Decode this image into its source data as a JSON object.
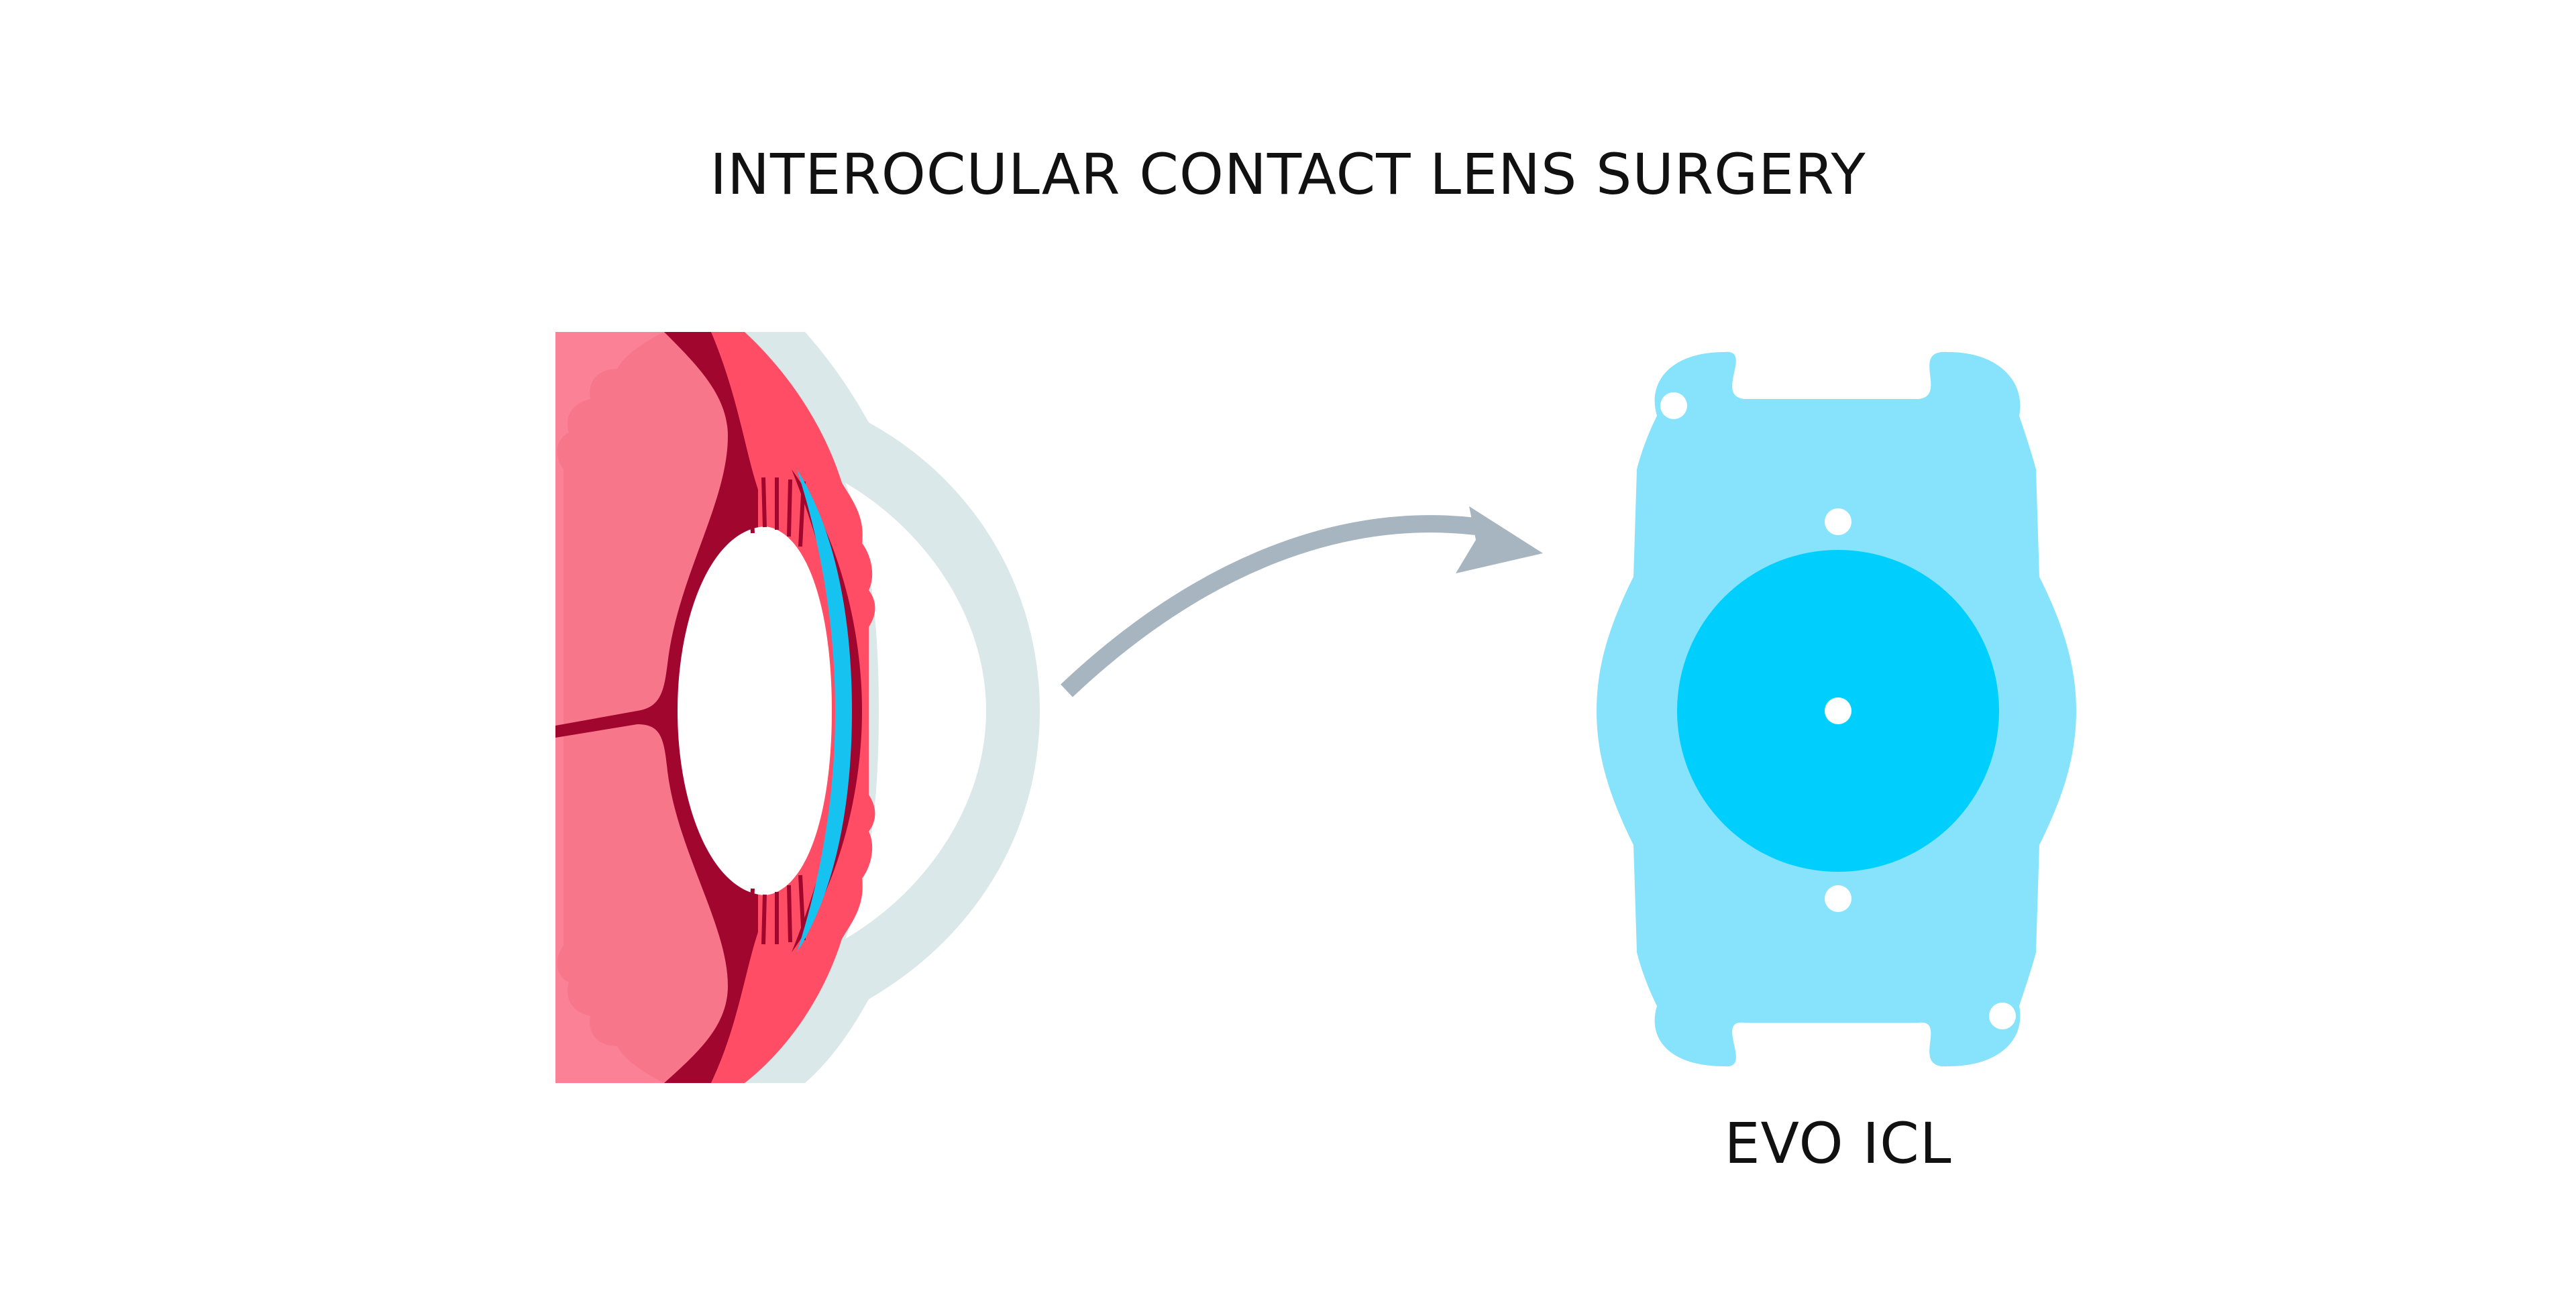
{
  "title": "INTEROCULAR CONTACT LENS SURGERY",
  "lens_label": "EVO ICL",
  "colors": {
    "background": "#ffffff",
    "text": "#111111",
    "sclera_pink": "#f7768a",
    "sclera_light": "#fb8296",
    "iris_dark": "#a1062f",
    "ciliary_red": "#ff4d65",
    "cornea_gray": "#dbe8e9",
    "lens_blue": "#16c2f0",
    "arrow_gray": "#a7b5c1",
    "icl_light_blue": "#86e3fb",
    "icl_optic_blue": "#00cffe"
  },
  "icons": {
    "eye": "eye-cross-section-illustration",
    "arrow": "curved-arrow-icon",
    "lens": "evo-icl-lens-illustration"
  }
}
